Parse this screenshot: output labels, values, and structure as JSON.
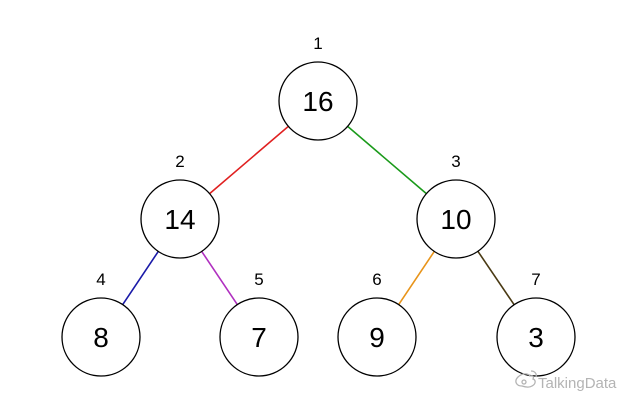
{
  "diagram": {
    "type": "binary-heap-tree",
    "nodes": [
      {
        "index": "1",
        "value": "16"
      },
      {
        "index": "2",
        "value": "14"
      },
      {
        "index": "3",
        "value": "10"
      },
      {
        "index": "4",
        "value": "8"
      },
      {
        "index": "5",
        "value": "7"
      },
      {
        "index": "6",
        "value": "9"
      },
      {
        "index": "7",
        "value": "3"
      }
    ],
    "edges": [
      {
        "from": "1",
        "to": "2",
        "color": "#e02020"
      },
      {
        "from": "1",
        "to": "3",
        "color": "#1a9a1a"
      },
      {
        "from": "2",
        "to": "4",
        "color": "#1a1aa8"
      },
      {
        "from": "2",
        "to": "5",
        "color": "#b030c0"
      },
      {
        "from": "3",
        "to": "6",
        "color": "#e8941a"
      },
      {
        "from": "3",
        "to": "7",
        "color": "#4a3a14"
      }
    ]
  },
  "watermark": {
    "text": "TalkingData",
    "icon": "weibo-icon"
  }
}
